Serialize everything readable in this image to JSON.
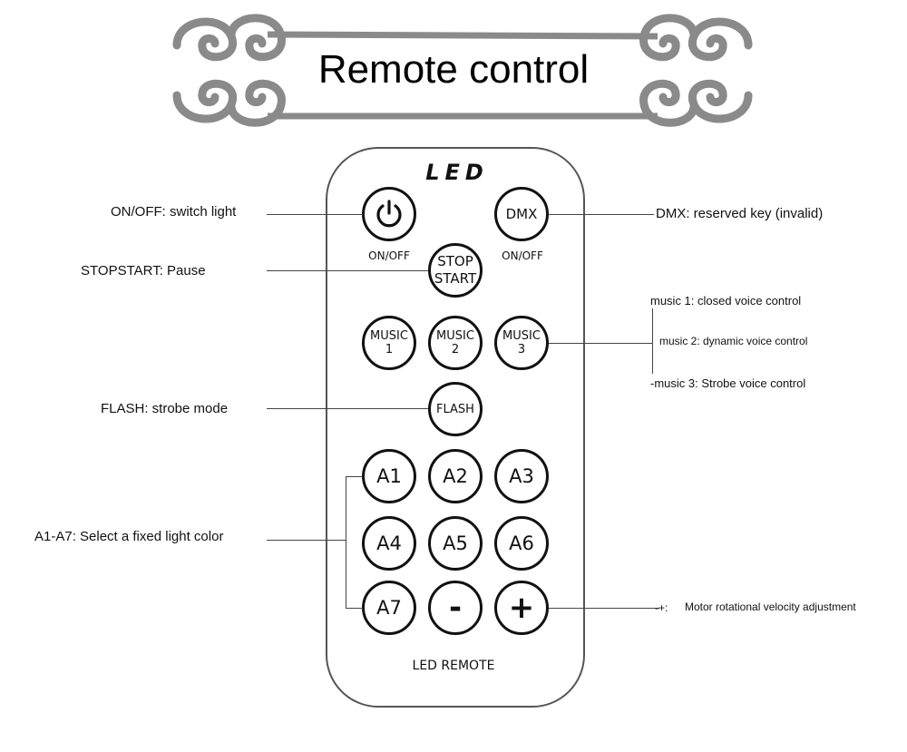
{
  "title": "Remote control",
  "remote": {
    "brand": "LED",
    "footer": "LED REMOTE",
    "buttons": {
      "power": {
        "icon": "power-icon",
        "sublabel": "ON/OFF"
      },
      "dmx": {
        "label": "DMX",
        "sublabel": "ON/OFF"
      },
      "stop_start": {
        "line1": "STOP",
        "line2": "START"
      },
      "music1": {
        "line1": "MUSIC",
        "line2": "1"
      },
      "music2": {
        "line1": "MUSIC",
        "line2": "2"
      },
      "music3": {
        "line1": "MUSIC",
        "line2": "3"
      },
      "flash": {
        "label": "FLASH"
      },
      "a1": {
        "label": "A1"
      },
      "a2": {
        "label": "A2"
      },
      "a3": {
        "label": "A3"
      },
      "a4": {
        "label": "A4"
      },
      "a5": {
        "label": "A5"
      },
      "a6": {
        "label": "A6"
      },
      "a7": {
        "label": "A7"
      },
      "minus": {
        "label": "-"
      },
      "plus": {
        "label": "+"
      }
    }
  },
  "annotations": {
    "on_off": "ON/OFF: switch light",
    "stop_start": "STOPSTART: Pause",
    "flash": "FLASH: strobe mode",
    "a1_a7": "A1-A7: Select a fixed light color",
    "dmx": "DMX: reserved key (invalid)",
    "music1": "music 1: closed voice control",
    "music2": "music 2: dynamic voice control",
    "music3": "-music 3: Strobe voice control",
    "plus_minus_prefix": "-+:",
    "plus_minus": "Motor rotational velocity adjustment"
  }
}
